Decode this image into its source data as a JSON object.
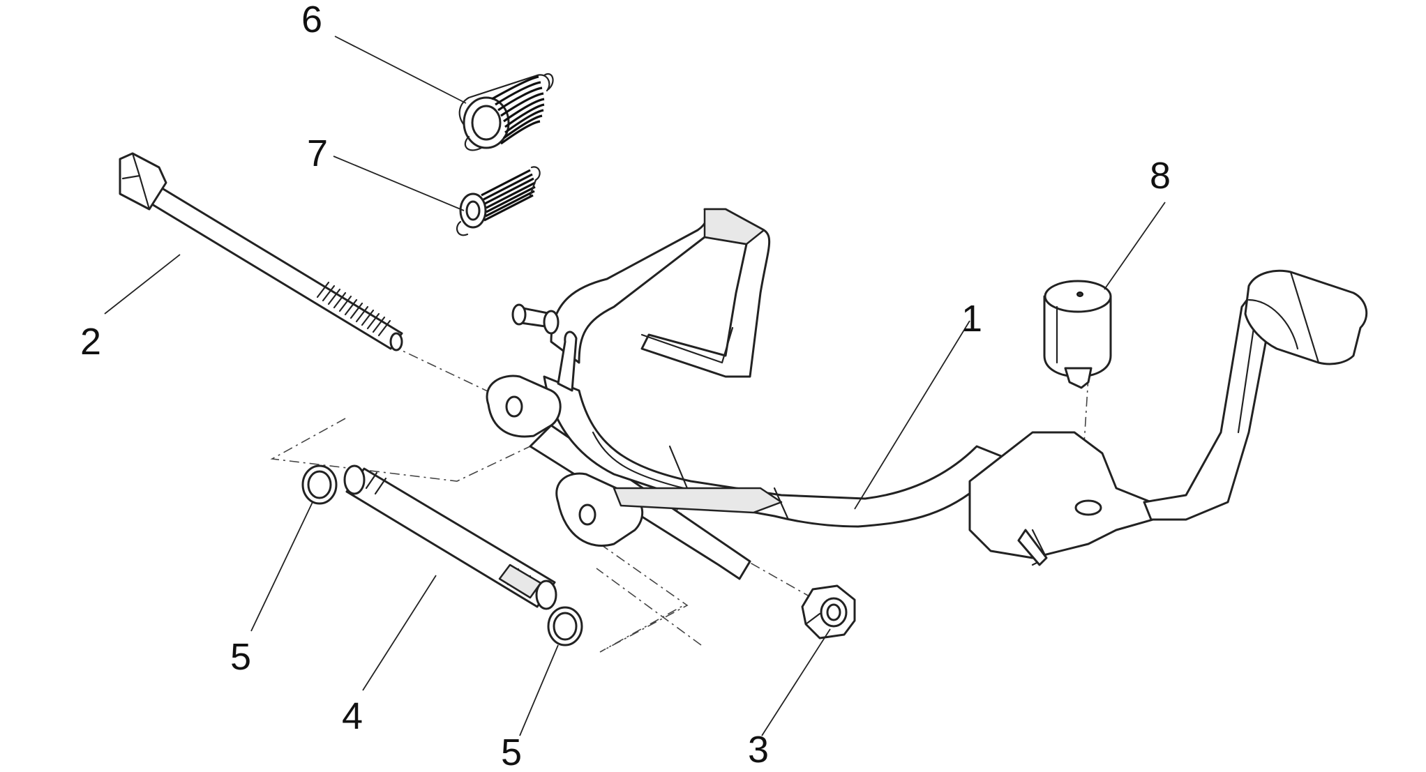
{
  "callouts": [
    {
      "id": "c1",
      "text": "1"
    },
    {
      "id": "c2",
      "text": "2"
    },
    {
      "id": "c3",
      "text": "3"
    },
    {
      "id": "c4",
      "text": "4"
    },
    {
      "id": "c5a",
      "text": "5"
    },
    {
      "id": "c5b",
      "text": "5"
    },
    {
      "id": "c6",
      "text": "6"
    },
    {
      "id": "c7",
      "text": "7"
    },
    {
      "id": "c8",
      "text": "8"
    }
  ],
  "colors": {
    "line": "#222222",
    "background": "#ffffff",
    "shade": "#e8e8e8"
  }
}
